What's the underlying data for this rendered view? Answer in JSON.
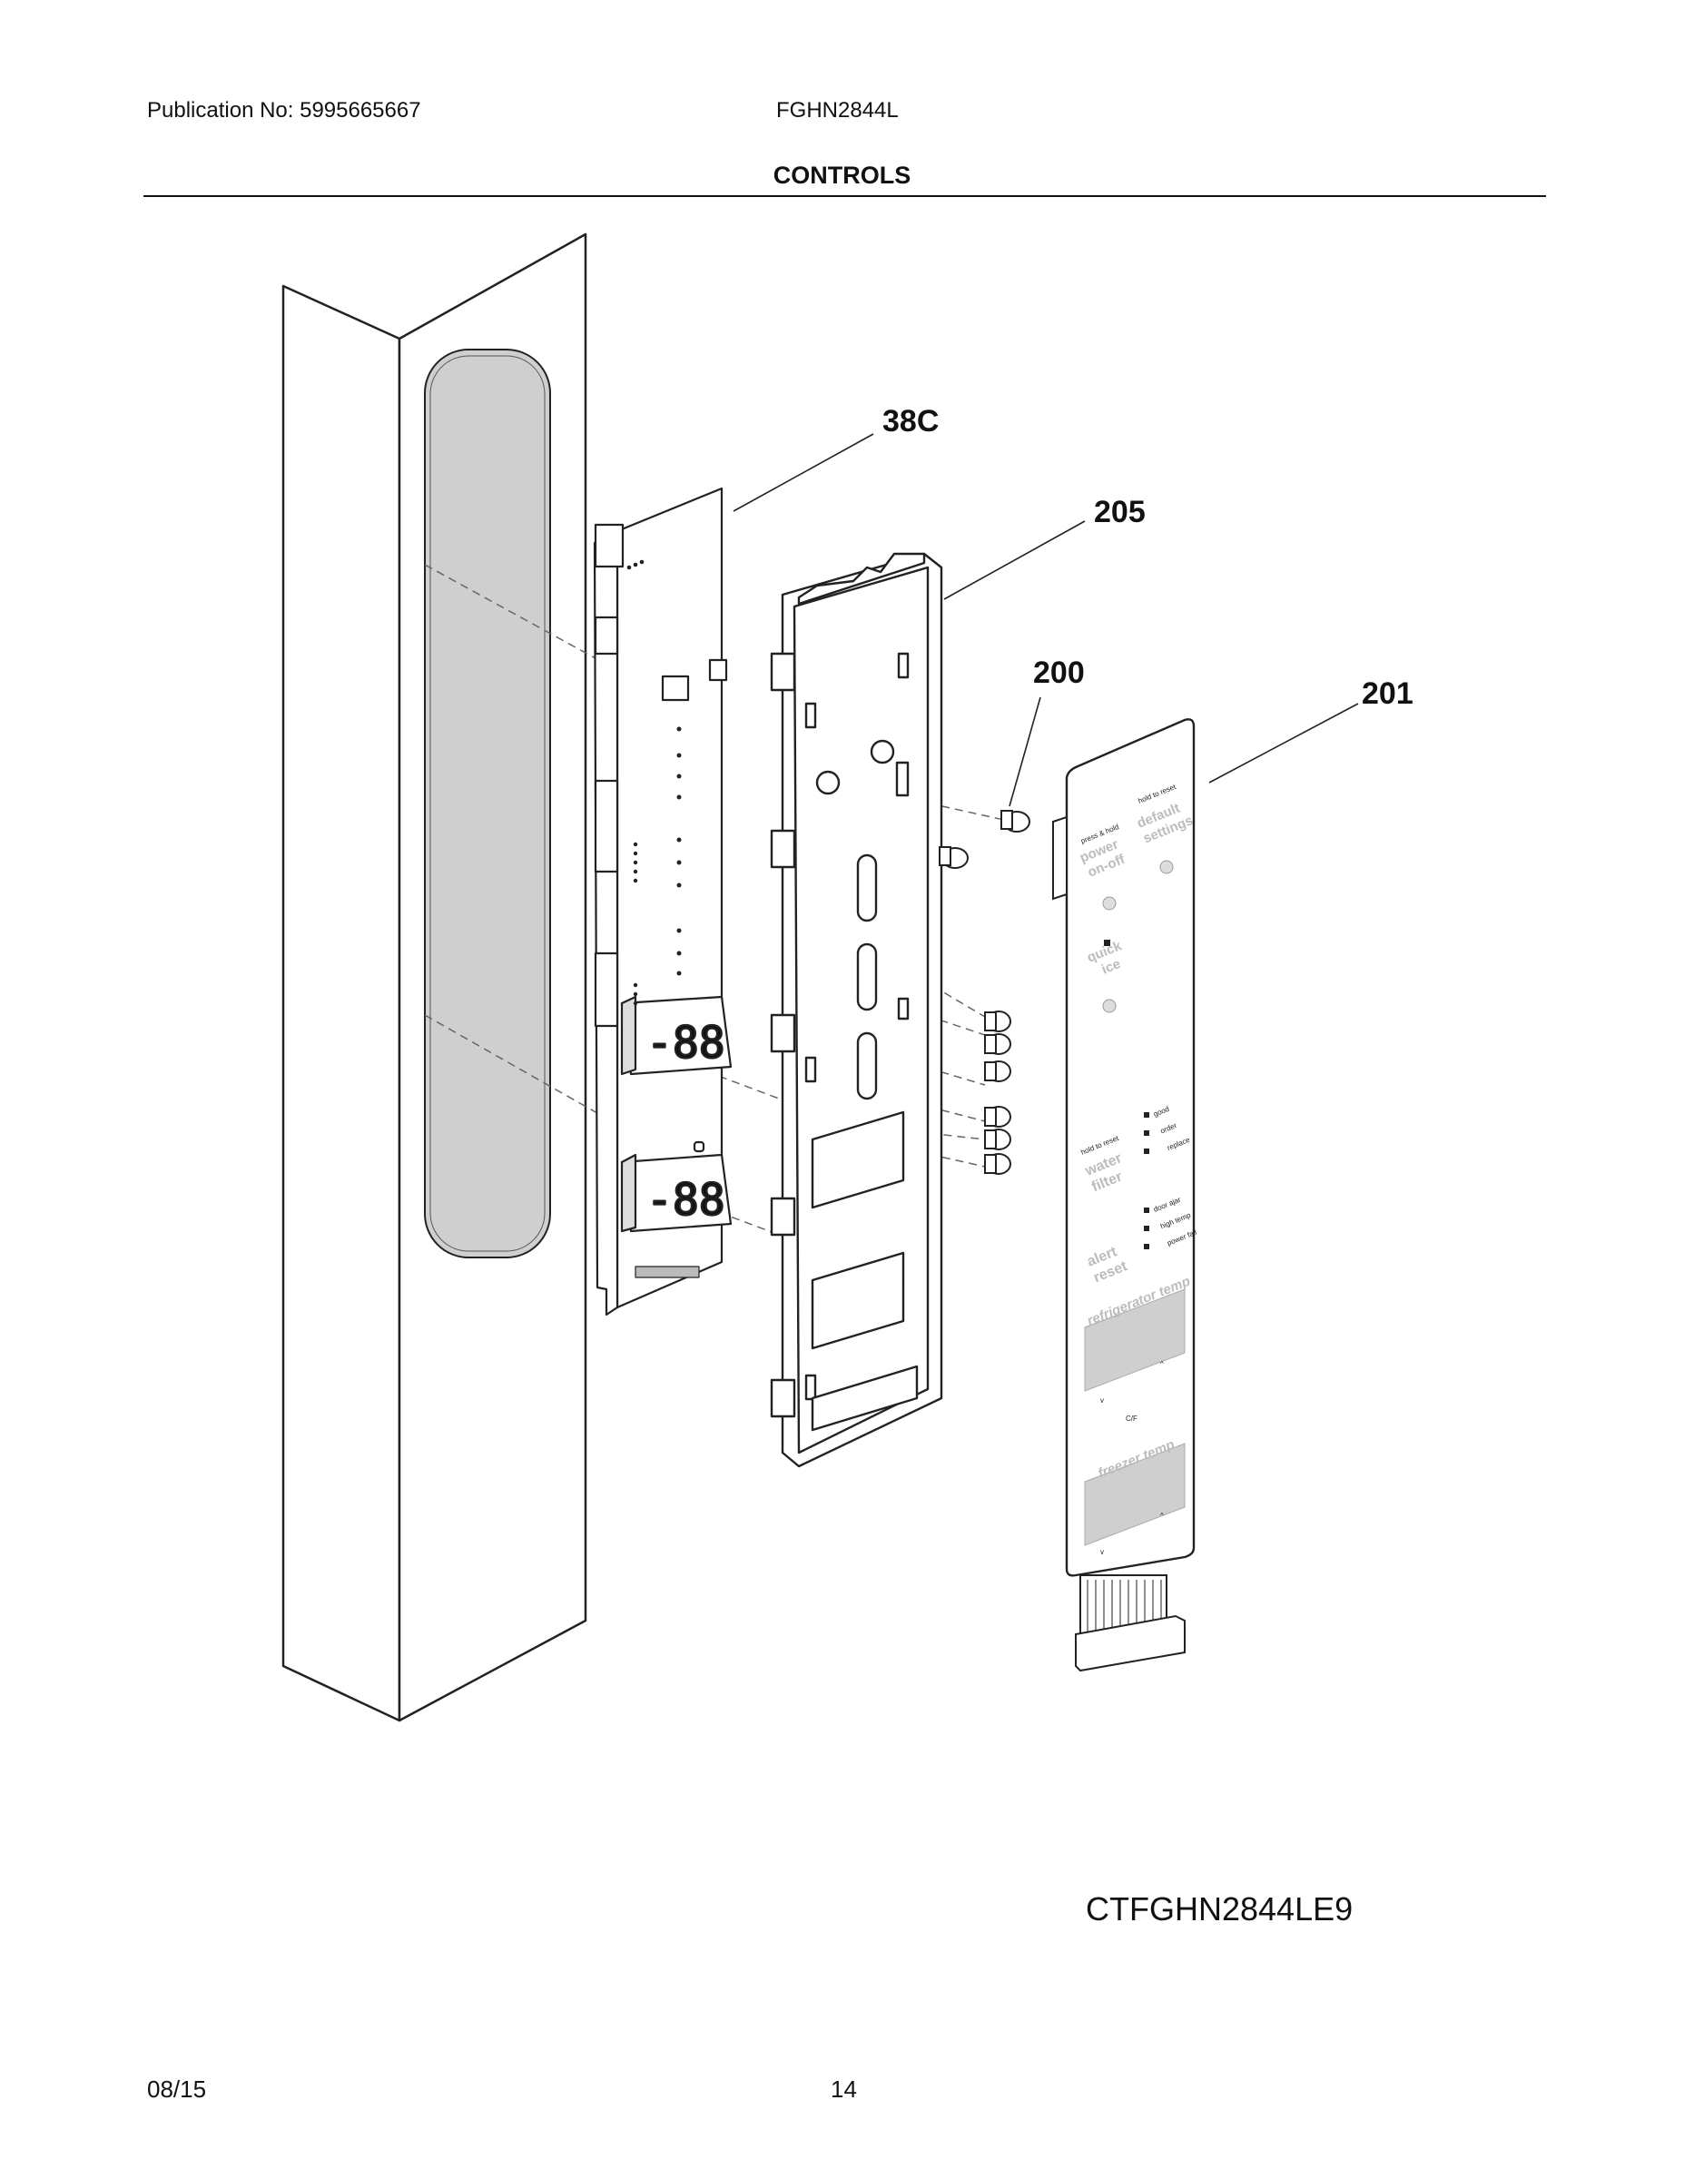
{
  "header": {
    "publication": "Publication No: 5995665667",
    "model": "FGHN2844L",
    "section_title": "CONTROLS"
  },
  "callouts": {
    "c38c": "38C",
    "c205": "205",
    "c200": "200",
    "c201": "201"
  },
  "panel": {
    "press_hold": "press & hold",
    "power": "power",
    "on_off": "on-off",
    "hold_reset_top": "hold to reset",
    "default": "default",
    "settings": "settings",
    "quick": "quick",
    "ice": "ice",
    "hold_reset_mid": "hold to reset",
    "water": "water",
    "filter": "filter",
    "good": "good",
    "order": "order",
    "replace": "replace",
    "door_ajar": "door ajar",
    "high_temp": "high temp",
    "power_fail": "power fail",
    "alert": "alert",
    "reset": "reset",
    "fridge_temp": "refrigerator temp",
    "cf": "C/F",
    "freezer_temp": "freezer temp"
  },
  "display_digits": "-88",
  "diagram_code": "CTFGHN2844LE9",
  "footer": {
    "date": "08/15",
    "page": "14"
  }
}
